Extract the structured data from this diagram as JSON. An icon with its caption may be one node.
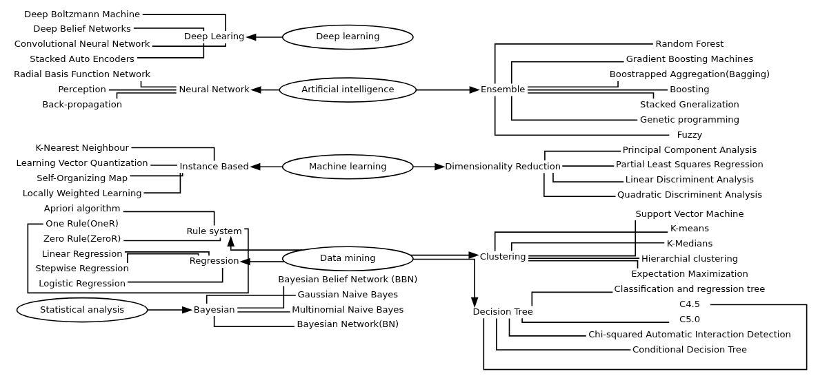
{
  "diagram": {
    "nodes": [
      {
        "text": [
          "Statistical analysis"
        ]
      },
      {
        "text": [
          "Data mining"
        ]
      },
      {
        "text": [
          "Machine learning"
        ]
      },
      {
        "text": [
          "Artificial intelligence"
        ]
      },
      {
        "text": [
          "Deep learning"
        ]
      },
      {
        "text": [
          "Rule system"
        ]
      },
      {
        "text": [
          "Regression"
        ]
      },
      {
        "text": [
          "Instance Based"
        ]
      },
      {
        "text": [
          "Neural Network"
        ]
      },
      {
        "text": [
          "Deep Learing"
        ]
      },
      {
        "text": [
          "Bayesian"
        ]
      },
      {
        "text": [
          "Clustering"
        ]
      },
      {
        "text": [
          "Decision Tree"
        ]
      },
      {
        "text": [
          "Dimensionality Reduction"
        ]
      },
      {
        "text": [
          "Ensemble"
        ]
      },
      {
        "text": [
          "Apriori algorithm"
        ]
      },
      {
        "text": [
          "One Rule(OneR)"
        ]
      },
      {
        "text": [
          "Zero Rule(ZeroR)"
        ]
      },
      {
        "text": [
          "Linear Regression"
        ]
      },
      {
        "text": [
          "Stepwise Regression"
        ]
      },
      {
        "text": [
          "Logistic Regression"
        ]
      },
      {
        "text": [
          "K-Nearest Neighbour"
        ]
      },
      {
        "text": [
          "Learning Vector Quantization"
        ]
      },
      {
        "text": [
          "Self-Organizing Map"
        ]
      },
      {
        "text": [
          "Locally Weighted Learning"
        ]
      },
      {
        "text": [
          "Radial Basis Function Network"
        ]
      },
      {
        "text": [
          "Perception"
        ]
      },
      {
        "text": [
          "Back-propagation"
        ]
      },
      {
        "text": [
          "Deep Boltzmann Machine"
        ]
      },
      {
        "text": [
          "Deep Belief Networks"
        ]
      },
      {
        "text": [
          "Convolutional Neural Network"
        ]
      },
      {
        "text": [
          "Stacked Auto Encoders"
        ]
      },
      {
        "text": [
          "Bayesian Belief Network (BBN)"
        ]
      },
      {
        "text": [
          "Gaussian Naive Bayes"
        ]
      },
      {
        "text": [
          "Multinomial Naive Bayes"
        ]
      },
      {
        "text": [
          "Bayesian Network(BN)"
        ]
      },
      {
        "text": [
          "Support Vector Machine"
        ]
      },
      {
        "text": [
          "K-means"
        ]
      },
      {
        "text": [
          "K-Medians"
        ]
      },
      {
        "text": [
          "Hierarchial clustering"
        ]
      },
      {
        "text": [
          "Expectation Maximization"
        ]
      },
      {
        "text": [
          "Classification and regression tree"
        ]
      },
      {
        "text": [
          "C4.5"
        ]
      },
      {
        "text": [
          "C5.0"
        ]
      },
      {
        "text": [
          "Chi-squared Automatic Interaction Detection"
        ]
      },
      {
        "text": [
          "Conditional Decision Tree"
        ]
      },
      {
        "text": [
          "Principal Component Analysis"
        ]
      },
      {
        "text": [
          "Partial Least Squares Regression"
        ]
      },
      {
        "text": [
          "Linear Discriminent Analysis"
        ]
      },
      {
        "text": [
          "Quadratic Discriminent Analysis"
        ]
      },
      {
        "text": [
          "Random Forest"
        ]
      },
      {
        "text": [
          "Gradient Boosting Machines"
        ]
      },
      {
        "text": [
          "Boostrapped Aggregation(Bagging)"
        ]
      },
      {
        "text": [
          "Boosting"
        ]
      },
      {
        "text": [
          "Stacked Gneralization"
        ]
      },
      {
        "text": [
          "Genetic programming"
        ]
      },
      {
        "text": [
          "Fuzzy"
        ]
      }
    ],
    "edges": [
      {
        "from": 0,
        "to": 10,
        "arrow": "to"
      },
      {
        "from": 1,
        "to": 5,
        "arrow": "to"
      },
      {
        "from": 1,
        "to": 6,
        "arrow": "to"
      },
      {
        "from": 1,
        "to": 11,
        "arrow": "to"
      },
      {
        "from": 1,
        "to": 12,
        "arrow": "to"
      },
      {
        "from": 2,
        "to": 7,
        "arrow": "to"
      },
      {
        "from": 2,
        "to": 13,
        "arrow": "to"
      },
      {
        "from": 3,
        "to": 8,
        "arrow": "to"
      },
      {
        "from": 3,
        "to": 14,
        "arrow": "to"
      },
      {
        "from": 4,
        "to": 9,
        "arrow": "to"
      },
      {
        "from": 5,
        "to": 15,
        "arrow": "none"
      },
      {
        "from": 5,
        "to": 16,
        "arrow": "none"
      },
      {
        "from": 5,
        "to": 17,
        "arrow": "none"
      },
      {
        "from": 6,
        "to": 18,
        "arrow": "none"
      },
      {
        "from": 6,
        "to": 19,
        "arrow": "none"
      },
      {
        "from": 6,
        "to": 20,
        "arrow": "none"
      },
      {
        "from": 7,
        "to": 21,
        "arrow": "none"
      },
      {
        "from": 7,
        "to": 22,
        "arrow": "none"
      },
      {
        "from": 7,
        "to": 23,
        "arrow": "none"
      },
      {
        "from": 7,
        "to": 24,
        "arrow": "none"
      },
      {
        "from": 8,
        "to": 25,
        "arrow": "none"
      },
      {
        "from": 8,
        "to": 26,
        "arrow": "none"
      },
      {
        "from": 8,
        "to": 27,
        "arrow": "none"
      },
      {
        "from": 9,
        "to": 28,
        "arrow": "none"
      },
      {
        "from": 9,
        "to": 29,
        "arrow": "none"
      },
      {
        "from": 9,
        "to": 30,
        "arrow": "none"
      },
      {
        "from": 9,
        "to": 31,
        "arrow": "none"
      },
      {
        "from": 10,
        "to": 32,
        "arrow": "none"
      },
      {
        "from": 10,
        "to": 33,
        "arrow": "none"
      },
      {
        "from": 10,
        "to": 34,
        "arrow": "none"
      },
      {
        "from": 10,
        "to": 35,
        "arrow": "none"
      },
      {
        "from": 11,
        "to": 36,
        "arrow": "none"
      },
      {
        "from": 11,
        "to": 37,
        "arrow": "none"
      },
      {
        "from": 11,
        "to": 38,
        "arrow": "none"
      },
      {
        "from": 11,
        "to": 39,
        "arrow": "none"
      },
      {
        "from": 11,
        "to": 40,
        "arrow": "none"
      },
      {
        "from": 12,
        "to": 41,
        "arrow": "none"
      },
      {
        "from": 12,
        "to": 42,
        "arrow": "none"
      },
      {
        "from": 12,
        "to": 43,
        "arrow": "none"
      },
      {
        "from": 12,
        "to": 44,
        "arrow": "none"
      },
      {
        "from": 12,
        "to": 45,
        "arrow": "none"
      },
      {
        "from": 13,
        "to": 46,
        "arrow": "none"
      },
      {
        "from": 13,
        "to": 47,
        "arrow": "none"
      },
      {
        "from": 13,
        "to": 48,
        "arrow": "none"
      },
      {
        "from": 13,
        "to": 49,
        "arrow": "none"
      },
      {
        "from": 14,
        "to": 50,
        "arrow": "none"
      },
      {
        "from": 14,
        "to": 51,
        "arrow": "none"
      },
      {
        "from": 14,
        "to": 52,
        "arrow": "none"
      },
      {
        "from": 14,
        "to": 53,
        "arrow": "none"
      },
      {
        "from": 14,
        "to": 54,
        "arrow": "none"
      },
      {
        "from": 14,
        "to": 55,
        "arrow": "none"
      },
      {
        "from": 14,
        "to": 56,
        "arrow": "none"
      }
    ]
  }
}
